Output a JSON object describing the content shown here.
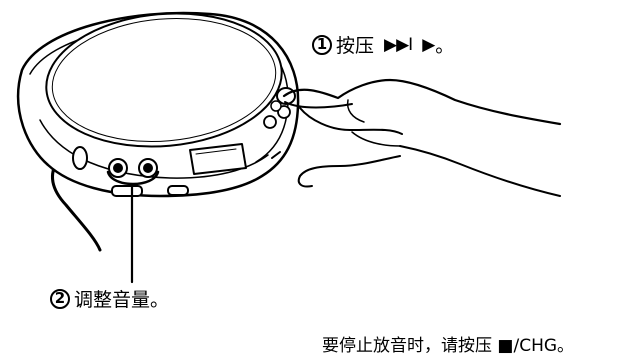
{
  "step1": {
    "number": "1",
    "text": "按压",
    "icon_next": "▶▶I",
    "icon_play": "▶",
    "end": "。"
  },
  "step2": {
    "number": "2",
    "text": "调整音量。"
  },
  "caption": {
    "text": "要停止放音时，请按压 ■/CHG。"
  }
}
